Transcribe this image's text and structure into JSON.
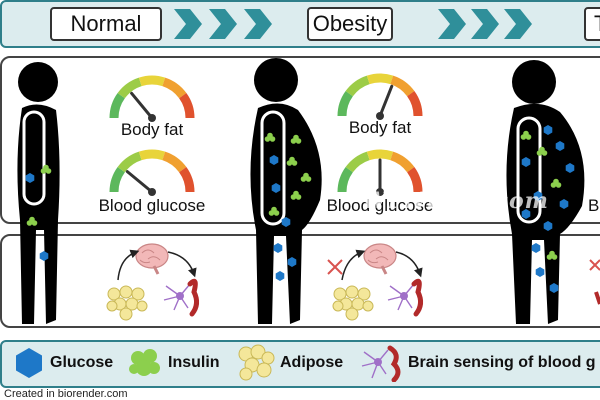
{
  "header": {
    "stage_normal": "Normal",
    "stage_obesity": "Obesity",
    "stage_third_partial": "T"
  },
  "gauges": {
    "body_fat_label": "Body fat",
    "blood_glucose_label": "Blood glucose",
    "normal_body_fat_level": 0.28,
    "normal_glucose_level": 0.22,
    "obesity_body_fat_level": 0.62,
    "obesity_glucose_level": 0.5
  },
  "third_stage": {
    "partial_label": "B"
  },
  "legend": {
    "glucose": "Glucose",
    "insulin": "Insulin",
    "adipose": "Adipose",
    "brain_sensing": "Brain sensing of blood g"
  },
  "watermark": "WPNEWS.com",
  "credit": "Created in biorender.com",
  "colors": {
    "teal": "#2f7f8a",
    "panel_bg": "#dcecee",
    "glucose": "#1e78c8",
    "insulin": "#8ccf4d",
    "adipose": "#f4e79a",
    "vessel": "#b22a2a",
    "inhibit": "#d9534f"
  },
  "icons": [
    "chevron-right-icon",
    "glucose-hexagon-icon",
    "insulin-cluster-icon",
    "adipose-cells-icon",
    "brain-icon",
    "neuron-icon",
    "blood-vessel-icon",
    "inhibit-cross-icon",
    "cycle-arrow-icon"
  ]
}
